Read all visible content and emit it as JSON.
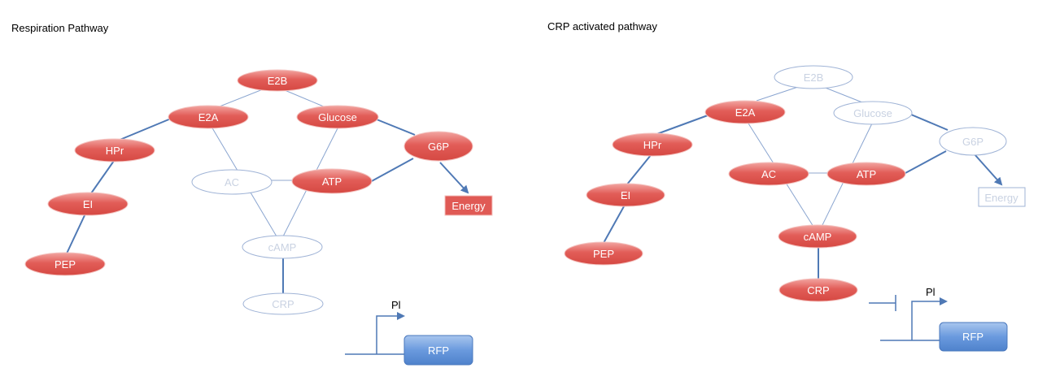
{
  "left_panel": {
    "title": "Respiration Pathway",
    "nodes": {
      "e2b": "E2B",
      "e2a": "E2A",
      "glucose": "Glucose",
      "hpr": "HPr",
      "g6p": "G6P",
      "ei": "EI",
      "ac": "AC",
      "atp": "ATP",
      "energy": "Energy",
      "pep": "PEP",
      "camp": "cAMP",
      "crp": "CRP",
      "pl": "Pl",
      "rfp": "RFP"
    },
    "active_nodes": [
      "E2B",
      "E2A",
      "Glucose",
      "HPr",
      "G6P",
      "EI",
      "ATP",
      "Energy",
      "PEP"
    ],
    "inactive_nodes": [
      "AC",
      "cAMP",
      "CRP"
    ]
  },
  "right_panel": {
    "title": "CRP activated pathway",
    "nodes": {
      "e2b": "E2B",
      "e2a": "E2A",
      "glucose": "Glucose",
      "hpr": "HPr",
      "g6p": "G6P",
      "ac": "AC",
      "atp": "ATP",
      "energy": "Energy",
      "ei": "EI",
      "pep": "PEP",
      "camp": "cAMP",
      "crp": "CRP",
      "pl": "Pl",
      "rfp": "RFP"
    },
    "active_nodes": [
      "E2A",
      "HPr",
      "AC",
      "ATP",
      "EI",
      "PEP",
      "cAMP",
      "CRP"
    ],
    "inactive_nodes": [
      "E2B",
      "Glucose",
      "G6P",
      "Energy"
    ]
  },
  "colors": {
    "active_fill": "#e05a55",
    "active_text": "#ffffff",
    "inactive_stroke": "#9fb3d6",
    "inactive_text": "#c9d2e2",
    "edge": "#4f79b5",
    "rfp_fill": "#5b8fd6"
  }
}
